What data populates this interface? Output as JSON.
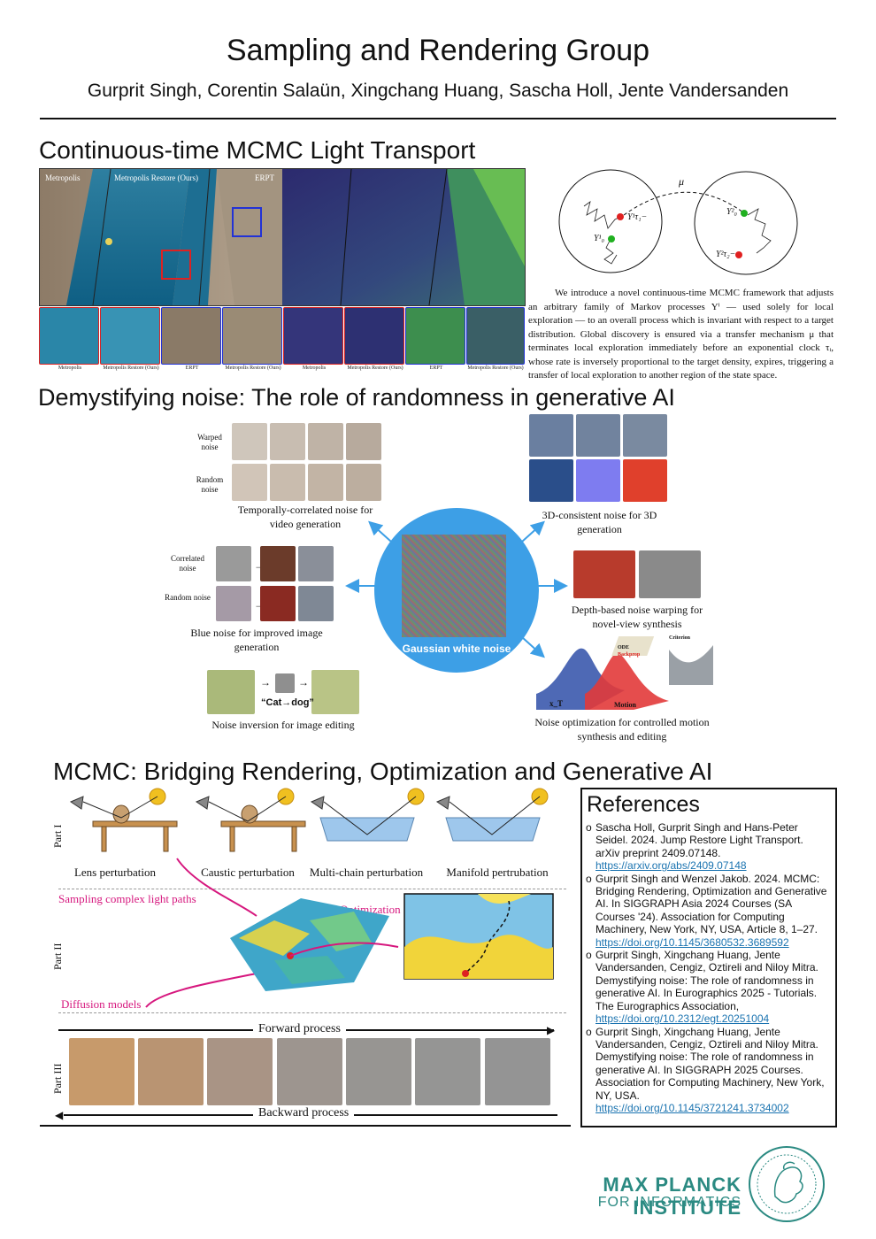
{
  "header": {
    "title": "Sampling and Rendering Group",
    "authors": "Gurprit Singh, Corentin Salaün, Xingchang Huang, Sascha Holl, Jente Vandersanden"
  },
  "section1": {
    "heading": "Continuous-time MCMC Light Transport",
    "image_labels": {
      "metropolis": "Metropolis",
      "restore": "Metropolis Restore (Ours)",
      "erpt": "ERPT"
    },
    "thumb_captions": [
      "Metropolis",
      "Metropolis Restore (Ours)",
      "ERPT",
      "Metropolis Restore (Ours)",
      "Metropolis",
      "Metropolis Restore (Ours)",
      "ERPT",
      "Metropolis Restore (Ours)"
    ],
    "diagram": {
      "mu": "μ",
      "y1_tau": "Y¹τ₁−",
      "y1_0": "Y¹₀",
      "y2_0": "Y²₀",
      "y2_tau": "Y²τ₂−"
    },
    "paragraph": "We introduce a novel continuous-time MCMC framework that adjusts an arbitrary family of Markov processes Yⁱ — used solely for local exploration — to an overall process which is invariant with respect to a target distribution. Global discovery is ensured via a transfer mechanism μ that terminates local exploration immediately before an exponential clock τᵢ, whose rate is inversely proportional to the target density, expires, triggering a transfer of local exploration to another region of the state space."
  },
  "section2": {
    "heading": "Demystifying noise: The role of randomness in generative AI",
    "center_label": "Gaussian white noise",
    "warped_label": "Warped noise",
    "random_label": "Random noise",
    "video_caption": "Temporally-correlated noise for video generation",
    "correlated_label": "Correlated noise",
    "random_label2": "Random noise",
    "blue_caption": "Blue noise for improved image generation",
    "cat_dog": "“Cat→dog”",
    "inversion_caption": "Noise inversion for image editing",
    "consistent_caption": "3D-consistent noise for 3D generation",
    "depth_caption": "Depth-based noise warping for novel-view synthesis",
    "motion_caption": "Noise optimization for controlled motion synthesis and editing",
    "plot_labels": {
      "xt": "x_T",
      "motion": "Motion",
      "ode": "ODE",
      "backprop": "Backprop",
      "criterion": "Criterion"
    }
  },
  "section3": {
    "heading": "MCMC: Bridging Rendering, Optimization and Generative AI",
    "part1": "Part I",
    "part2": "Part II",
    "part3": "Part III",
    "perturbations": [
      "Lens perturbation",
      "Caustic perturbation",
      "Multi-chain perturbation",
      "Manifold pertrubation"
    ],
    "sampling_label": "Sampling complex light paths",
    "optimization_label": "Optimization",
    "diffusion_label": "Diffusion models",
    "forward": "Forward process",
    "backward": "Backward process"
  },
  "references": {
    "heading": "References",
    "items": [
      {
        "text": "Sascha Holl, Gurprit Singh and Hans-Peter Seidel. 2024. Jump Restore Light Transport. arXiv preprint 2409.07148.",
        "link": "https://arxiv.org/abs/2409.07148"
      },
      {
        "text": "Gurprit Singh and Wenzel Jakob. 2024. MCMC: Bridging Rendering, Optimization and Generative AI. In SIGGRAPH Asia 2024 Courses (SA Courses '24). Association for Computing Machinery, New York, NY, USA, Article 8, 1–27.",
        "link": "https://doi.org/10.1145/3680532.3689592"
      },
      {
        "text": "Gurprit Singh, Xingchang Huang, Jente Vandersanden, Cengiz, Oztireli and Niloy Mitra. Demystifying noise: The role of randomness in generative AI. In Eurographics 2025 - Tutorials. The Eurographics Association,",
        "link": "https://doi.org/10.2312/egt.20251004"
      },
      {
        "text": "Gurprit Singh, Xingchang Huang, Jente Vandersanden, Cengiz, Oztireli and Niloy Mitra. Demystifying noise: The role of randomness in generative AI. In SIGGRAPH 2025 Courses. Association for Computing Machinery, New York, NY, USA.",
        "link": "https://doi.org/10.1145/3721241.3734002"
      }
    ]
  },
  "footer": {
    "institute": "MAX PLANCK INSTITUTE",
    "subtitle": "FOR INFORMATICS"
  },
  "colors": {
    "accent_teal": "#2b8a82",
    "hub_blue": "#3d9fe6",
    "magenta": "#d6177e"
  }
}
